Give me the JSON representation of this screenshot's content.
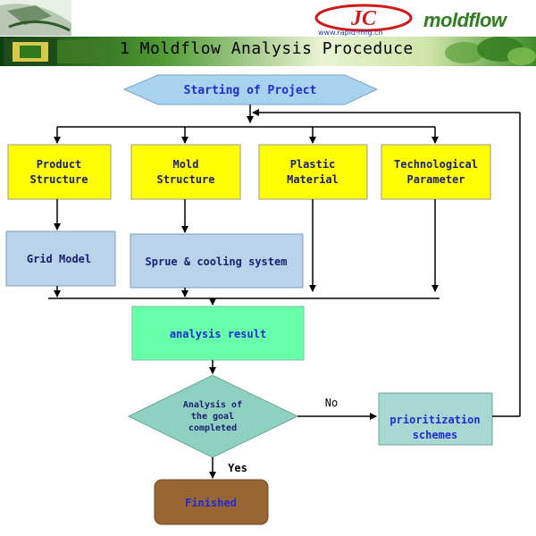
{
  "header": {
    "brand_logo_url": "www.rapid-mfg.cn",
    "brand_name": "moldflow",
    "banner_title": "1  Moldflow Analysis Proceduce"
  },
  "diagram": {
    "start": "Starting of Project",
    "inputs": [
      {
        "line1": "Product",
        "line2": "Structure"
      },
      {
        "line1": "Mold",
        "line2": "Structure"
      },
      {
        "line1": "Plastic",
        "line2": "Material"
      },
      {
        "line1": "Technological",
        "line2": "Parameter"
      }
    ],
    "grid_model": "Grid Model",
    "sprue_cooling": "Sprue & cooling system",
    "analysis_result": "analysis result",
    "decision": {
      "line1": "Analysis of",
      "line2": "the goal",
      "line3": "completed"
    },
    "no_label": "No",
    "yes_label": "Yes",
    "prioritization": {
      "line1": "prioritization",
      "line2": "schemes"
    },
    "finished": "Finished"
  },
  "colors": {
    "start_fill": "#a8d3ee",
    "input_fill": "#ffff00",
    "model_fill": "#b8d3ea",
    "result_fill": "#66ffaa",
    "decision_fill": "#8fd1c1",
    "prioritization_fill": "#a8d8d2",
    "finished_fill": "#996633",
    "text_blue": "#1f2bd6",
    "text_navy": "#1b2070"
  }
}
